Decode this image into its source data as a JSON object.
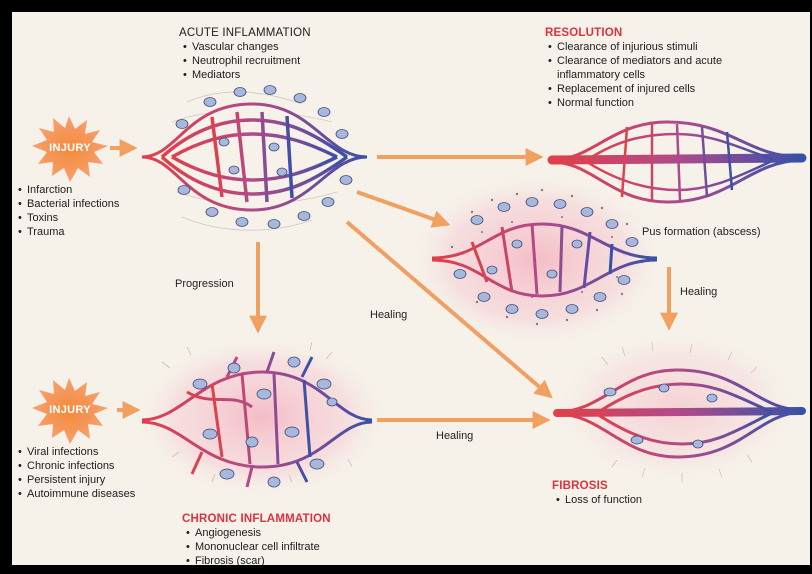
{
  "acute": {
    "title": "ACUTE INFLAMMATION",
    "items": [
      "Vascular changes",
      "Neutrophil recruitment",
      "Mediators"
    ]
  },
  "resolution": {
    "title": "RESOLUTION",
    "items": [
      "Clearance of injurious stimuli",
      "Clearance of mediators and acute",
      "inflammatory cells",
      "Replacement of injured cells",
      "Normal function"
    ]
  },
  "injury_top": {
    "label": "INJURY",
    "causes": [
      "Infarction",
      "Bacterial infections",
      "Toxins",
      "Trauma"
    ]
  },
  "injury_bottom": {
    "label": "INJURY",
    "causes": [
      "Viral infections",
      "Chronic infections",
      "Persistent injury",
      "Autoimmune diseases"
    ]
  },
  "abscess": {
    "label": "Pus formation (abscess)"
  },
  "chronic": {
    "title": "CHRONIC INFLAMMATION",
    "items": [
      "Angiogenesis",
      "Mononuclear cell infiltrate",
      "Fibrosis (scar)"
    ]
  },
  "fibrosis": {
    "title": "FIBROSIS",
    "items": [
      "Loss of function"
    ]
  },
  "arrows": {
    "progression": "Progression",
    "healing_diag": "Healing",
    "healing_right": "Healing",
    "healing_bottom": "Healing"
  },
  "colors": {
    "arrow": "#f0a060",
    "artery": "#d9343f",
    "vein": "#3b53a8",
    "title_red": "#d9343f",
    "starburst": "#f07a3a"
  }
}
